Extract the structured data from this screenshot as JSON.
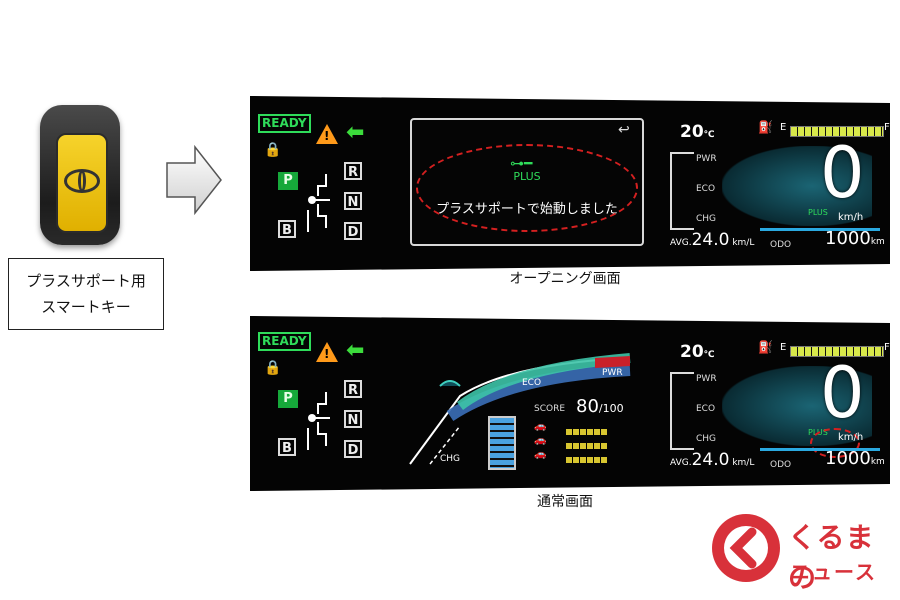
{
  "key": {
    "label_line1": "プラスサポート用",
    "label_line2": "スマートキー"
  },
  "dashboard_top": {
    "ready": "READY",
    "gears": [
      "P",
      "R",
      "N",
      "D",
      "B"
    ],
    "message_status": "PLUS",
    "message": "プラスサポートで始動しました",
    "temp": "20",
    "temp_unit": "℃",
    "fuel_e": "E",
    "fuel_f": "F",
    "gauge_labels": [
      "PWR",
      "ECO",
      "CHG"
    ],
    "speed": "0",
    "speed_unit": "km/h",
    "plus_small": "PLUS",
    "avg_label": "AVG.",
    "avg_value": "24.0",
    "avg_unit": "km/L",
    "odo_label": "ODO",
    "odo_value": "1000",
    "odo_unit": "km",
    "caption": "オープニング画面"
  },
  "dashboard_bottom": {
    "ready": "READY",
    "gears": [
      "P",
      "R",
      "N",
      "D",
      "B"
    ],
    "arc_eco": "ECO",
    "arc_pwr": "PWR",
    "arc_chg": "CHG",
    "score_label": "SCORE",
    "score_value": "80",
    "score_max": "/100",
    "temp": "20",
    "temp_unit": "℃",
    "fuel_e": "E",
    "fuel_f": "F",
    "gauge_labels": [
      "PWR",
      "ECO",
      "CHG"
    ],
    "speed": "0",
    "speed_unit": "km/h",
    "plus_small": "PLUS",
    "avg_label": "AVG.",
    "avg_value": "24.0",
    "avg_unit": "km/L",
    "odo_label": "ODO",
    "odo_value": "1000",
    "odo_unit": "km",
    "caption": "通常画面"
  },
  "logo": {
    "text": "くるまの",
    "sub": "ニュース",
    "brand_color": "#d8313a"
  }
}
